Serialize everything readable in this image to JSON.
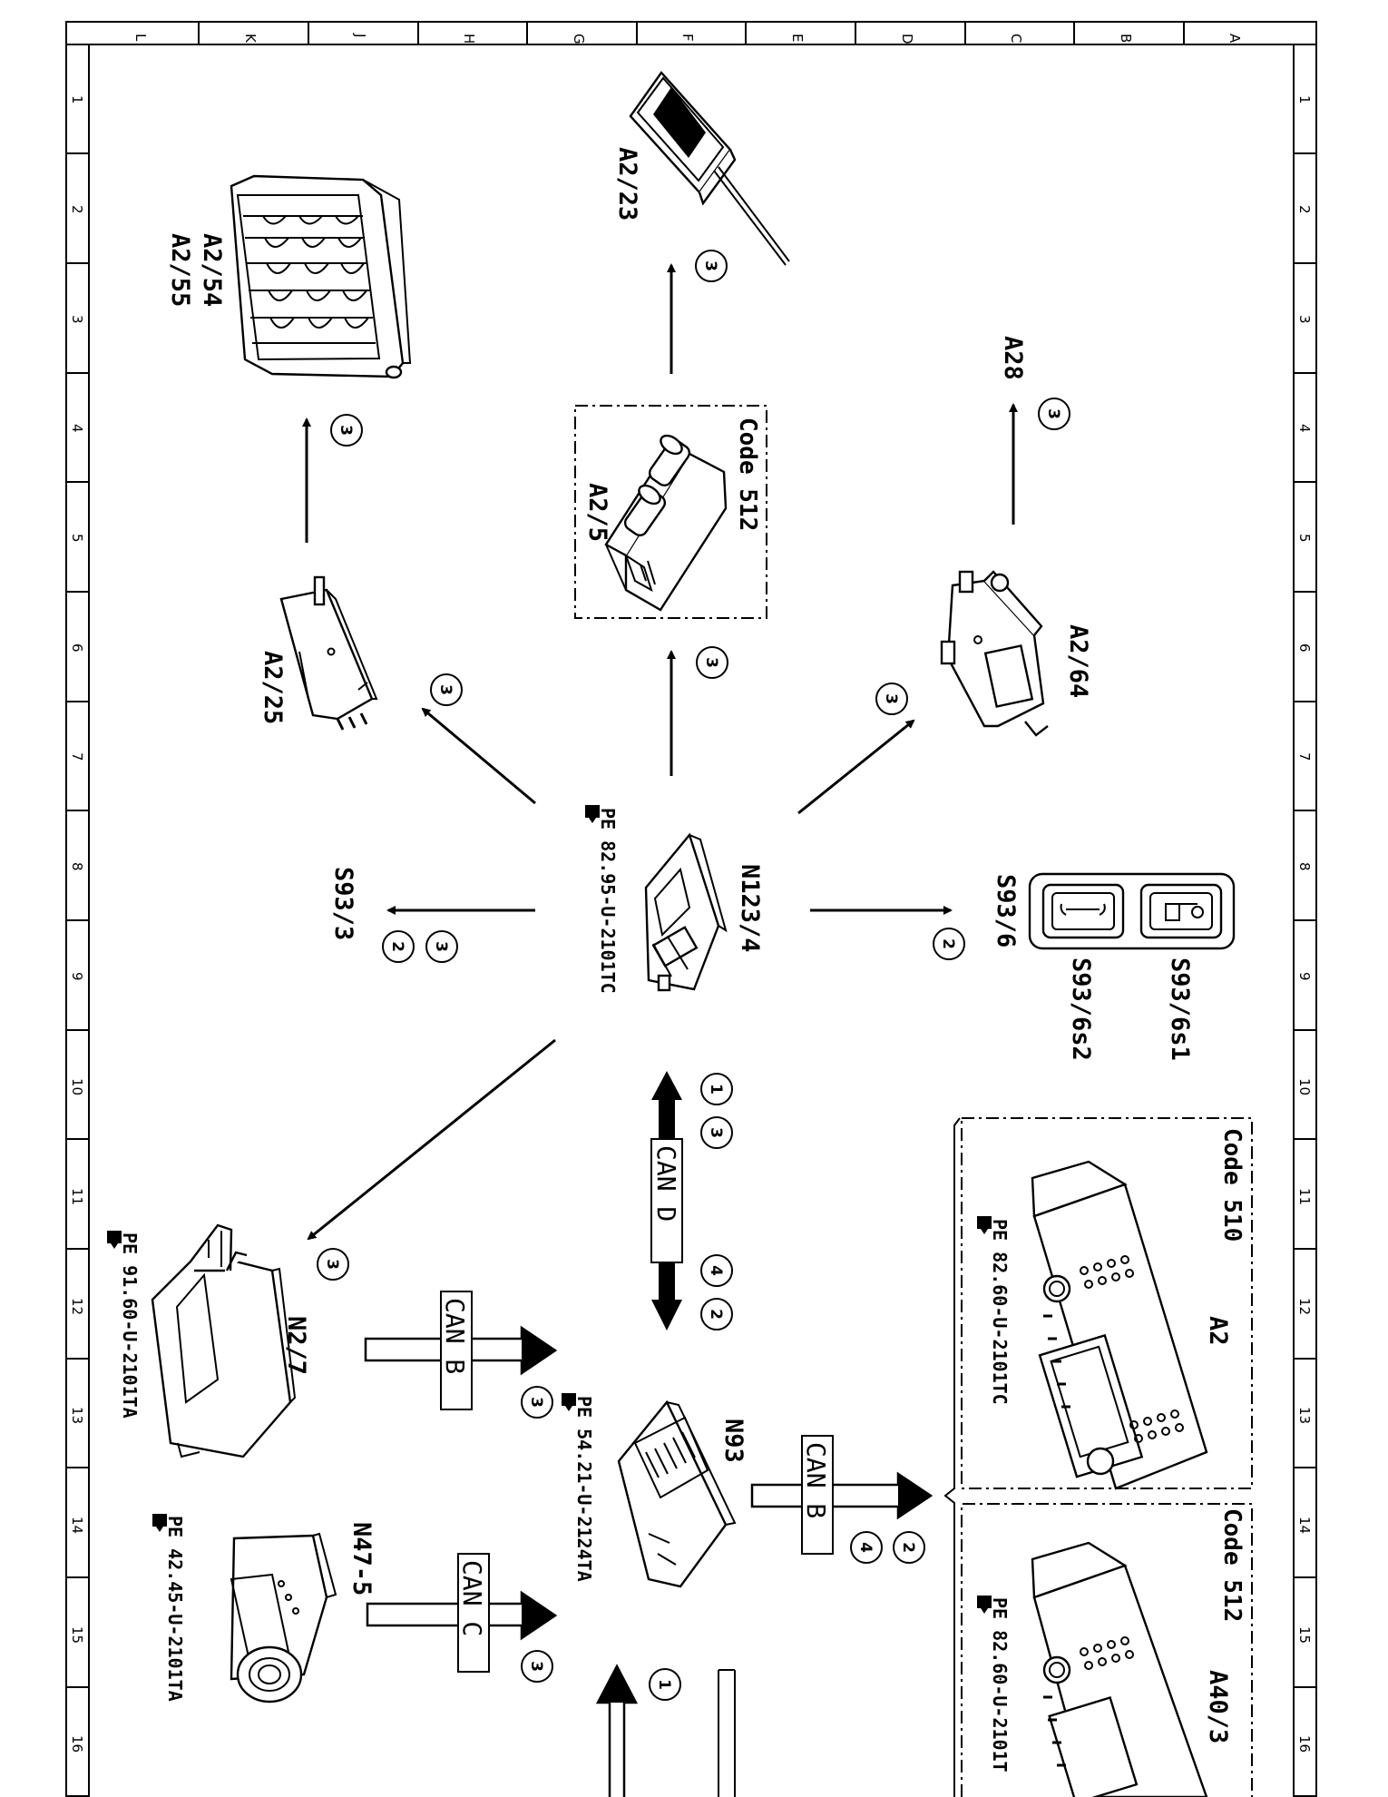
{
  "grid": {
    "columns": [
      "L",
      "K",
      "J",
      "H",
      "G",
      "F",
      "E",
      "D",
      "C",
      "B",
      "A"
    ],
    "rows": [
      "1",
      "2",
      "3",
      "4",
      "5",
      "6",
      "7",
      "8",
      "9",
      "10",
      "11",
      "12",
      "13",
      "14",
      "15",
      "16"
    ]
  },
  "components": {
    "A2_23": "A2/23",
    "A2_54": "A2/54",
    "A2_55": "A2/55",
    "A28": "A28",
    "A2_5": "A2/5",
    "A2_5_code": "Code 512",
    "A2_25": "A2/25",
    "A2_64": "A2/64",
    "S93_3": "S93/3",
    "S93_6": "S93/6",
    "S93_6s1": "S93/6s1",
    "S93_6s2": "S93/6s2",
    "N123_4": "N123/4",
    "N123_4_pe": "PE 82.95-U-2101TC",
    "N2_7": "N2/7",
    "N2_7_pe": "PE 91.60-U-2101TA",
    "N47_5": "N47-5",
    "N47_5_pe": "PE 42.45-U-2101TA",
    "N93": "N93",
    "N93_pe": "PE 54.21-U-2124TA",
    "A2": "A2",
    "A2_code": "Code 510",
    "A2_pe": "PE 82.60-U-2101TC",
    "A40_3": "A40/3",
    "A40_3_code": "Code 512",
    "A40_3_pe": "PE 82.60-U-2101T"
  },
  "buses": {
    "can_d": "CAN D",
    "can_b_1": "CAN B",
    "can_c": "CAN C",
    "can_b_2": "CAN B"
  },
  "markers": {
    "m_a223": "3",
    "m_a254": "3",
    "m_a28": "3",
    "m_a25": "3",
    "m_a225": "3",
    "m_a264": "3",
    "m_s933a": "3",
    "m_s933b": "2",
    "m_s936": "2",
    "m_cand1": "1",
    "m_cand3": "3",
    "m_cand4": "4",
    "m_cand2": "2",
    "m_n27": "3",
    "m_canb1": "3",
    "m_canc": "3",
    "m_canb2a": "2",
    "m_canb2b": "4",
    "m_bottom": "1"
  }
}
